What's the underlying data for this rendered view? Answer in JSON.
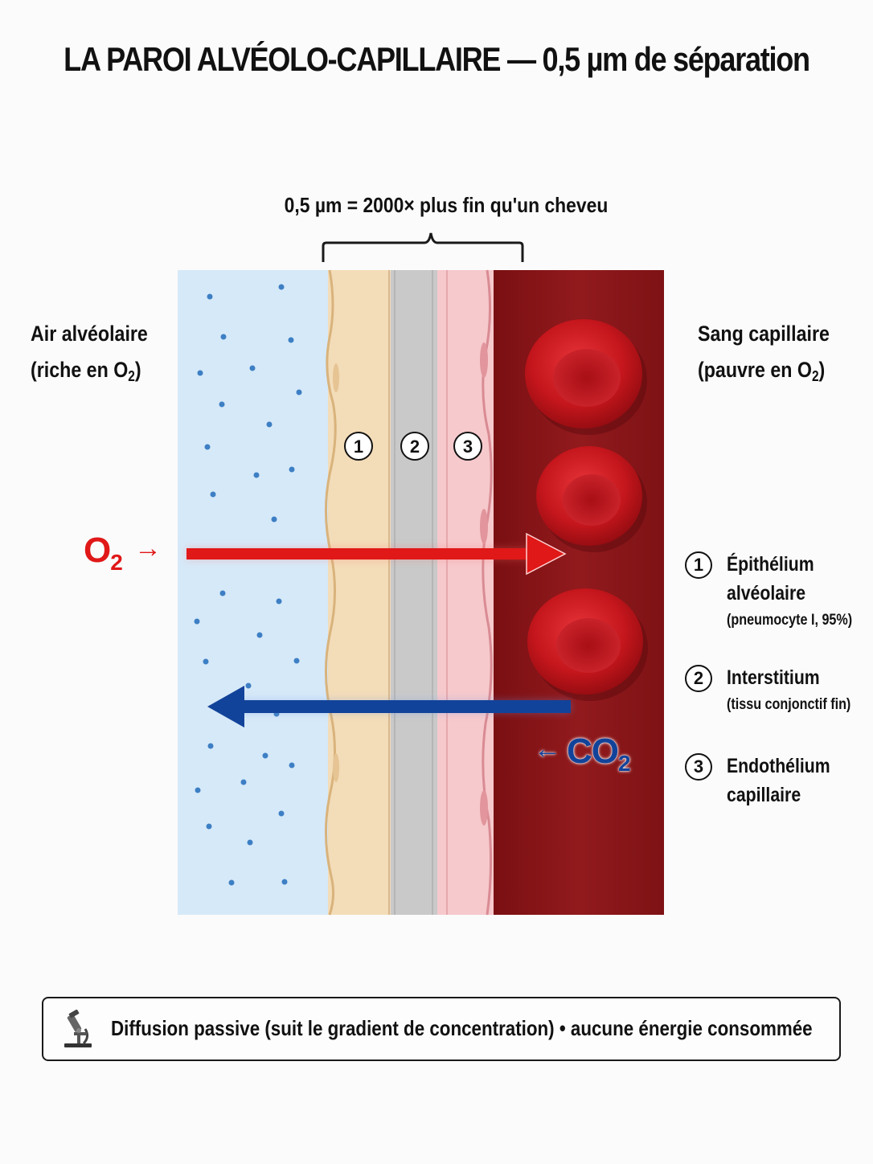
{
  "title": "LA PAROI ALVÉOLO-CAPILLAIRE — 0,5 µm de séparation",
  "bracket_label": "0,5 µm = 2000× plus fin qu'un cheveu",
  "left_side": {
    "line1": "Air alvéolaire",
    "line2_prefix": "(riche en O",
    "line2_sub": "2",
    "line2_suffix": ")"
  },
  "right_side": {
    "line1": "Sang capillaire",
    "line2_prefix": "(pauvre en O",
    "line2_sub": "2",
    "line2_suffix": ")"
  },
  "layers": [
    {
      "number": "1",
      "name": "Épithélium",
      "name2": "alvéolaire",
      "note": "(pneumocyte I, 95%)"
    },
    {
      "number": "2",
      "name": "Interstitium",
      "name2": "",
      "note": "(tissu conjonctif fin)"
    },
    {
      "number": "3",
      "name": "Endothélium",
      "name2": "capillaire",
      "note": ""
    }
  ],
  "o2_label": {
    "base": "O",
    "sub": "2",
    "arrow": "→"
  },
  "co2_label": {
    "arrow": "←",
    "base": "CO",
    "sub": "2"
  },
  "footer": {
    "icon": "microscope-icon",
    "text": "Diffusion passive (suit le gradient de concentration) • aucune énergie consommée"
  },
  "colors": {
    "air": "#d6e9f8",
    "epithelium": "#f3dcb8",
    "interstitium": "#c9c9c9",
    "endothelium": "#f6c9cc",
    "blood": "#8b1518",
    "red_cell": "#c4161c",
    "o2_arrow": "#e01818",
    "co2_arrow": "#12439a",
    "molecule": "#3d7fc4"
  }
}
